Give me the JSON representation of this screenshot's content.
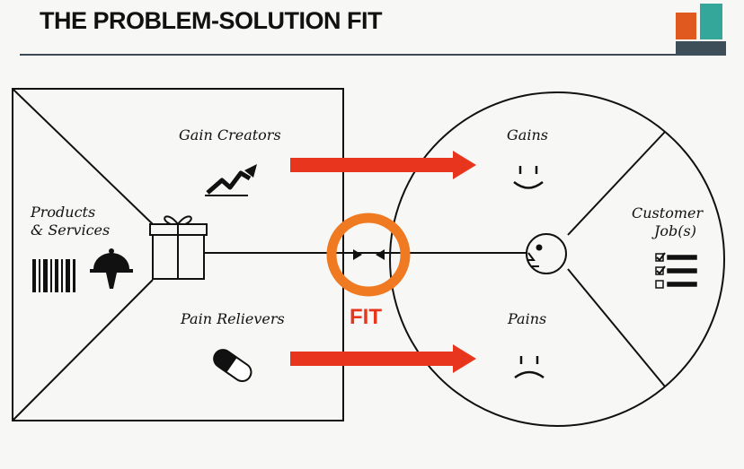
{
  "header": {
    "title": "THE PROBLEM-SOLUTION FIT"
  },
  "value_map": {
    "gain_creators": "Gain Creators",
    "products_services_line1": "Products",
    "products_services_line2": "& Services",
    "pain_relievers": "Pain Relievers"
  },
  "customer_profile": {
    "gains": "Gains",
    "customer_jobs_line1": "Customer",
    "customer_jobs_line2": "Job(s)",
    "pains": "Pains"
  },
  "fit": {
    "label": "FIT"
  },
  "colors": {
    "arrow": "#e8361e",
    "fit_ring": "#f07a22",
    "logo_orange": "#e05a1f",
    "logo_teal": "#35a79a",
    "logo_dark": "#3e4e59"
  },
  "icons": [
    "chart-trend-icon",
    "gift-icon",
    "barcode-icon",
    "cloche-icon",
    "pill-icon",
    "happy-face-icon",
    "sad-face-icon",
    "customer-head-icon",
    "checklist-icon"
  ]
}
